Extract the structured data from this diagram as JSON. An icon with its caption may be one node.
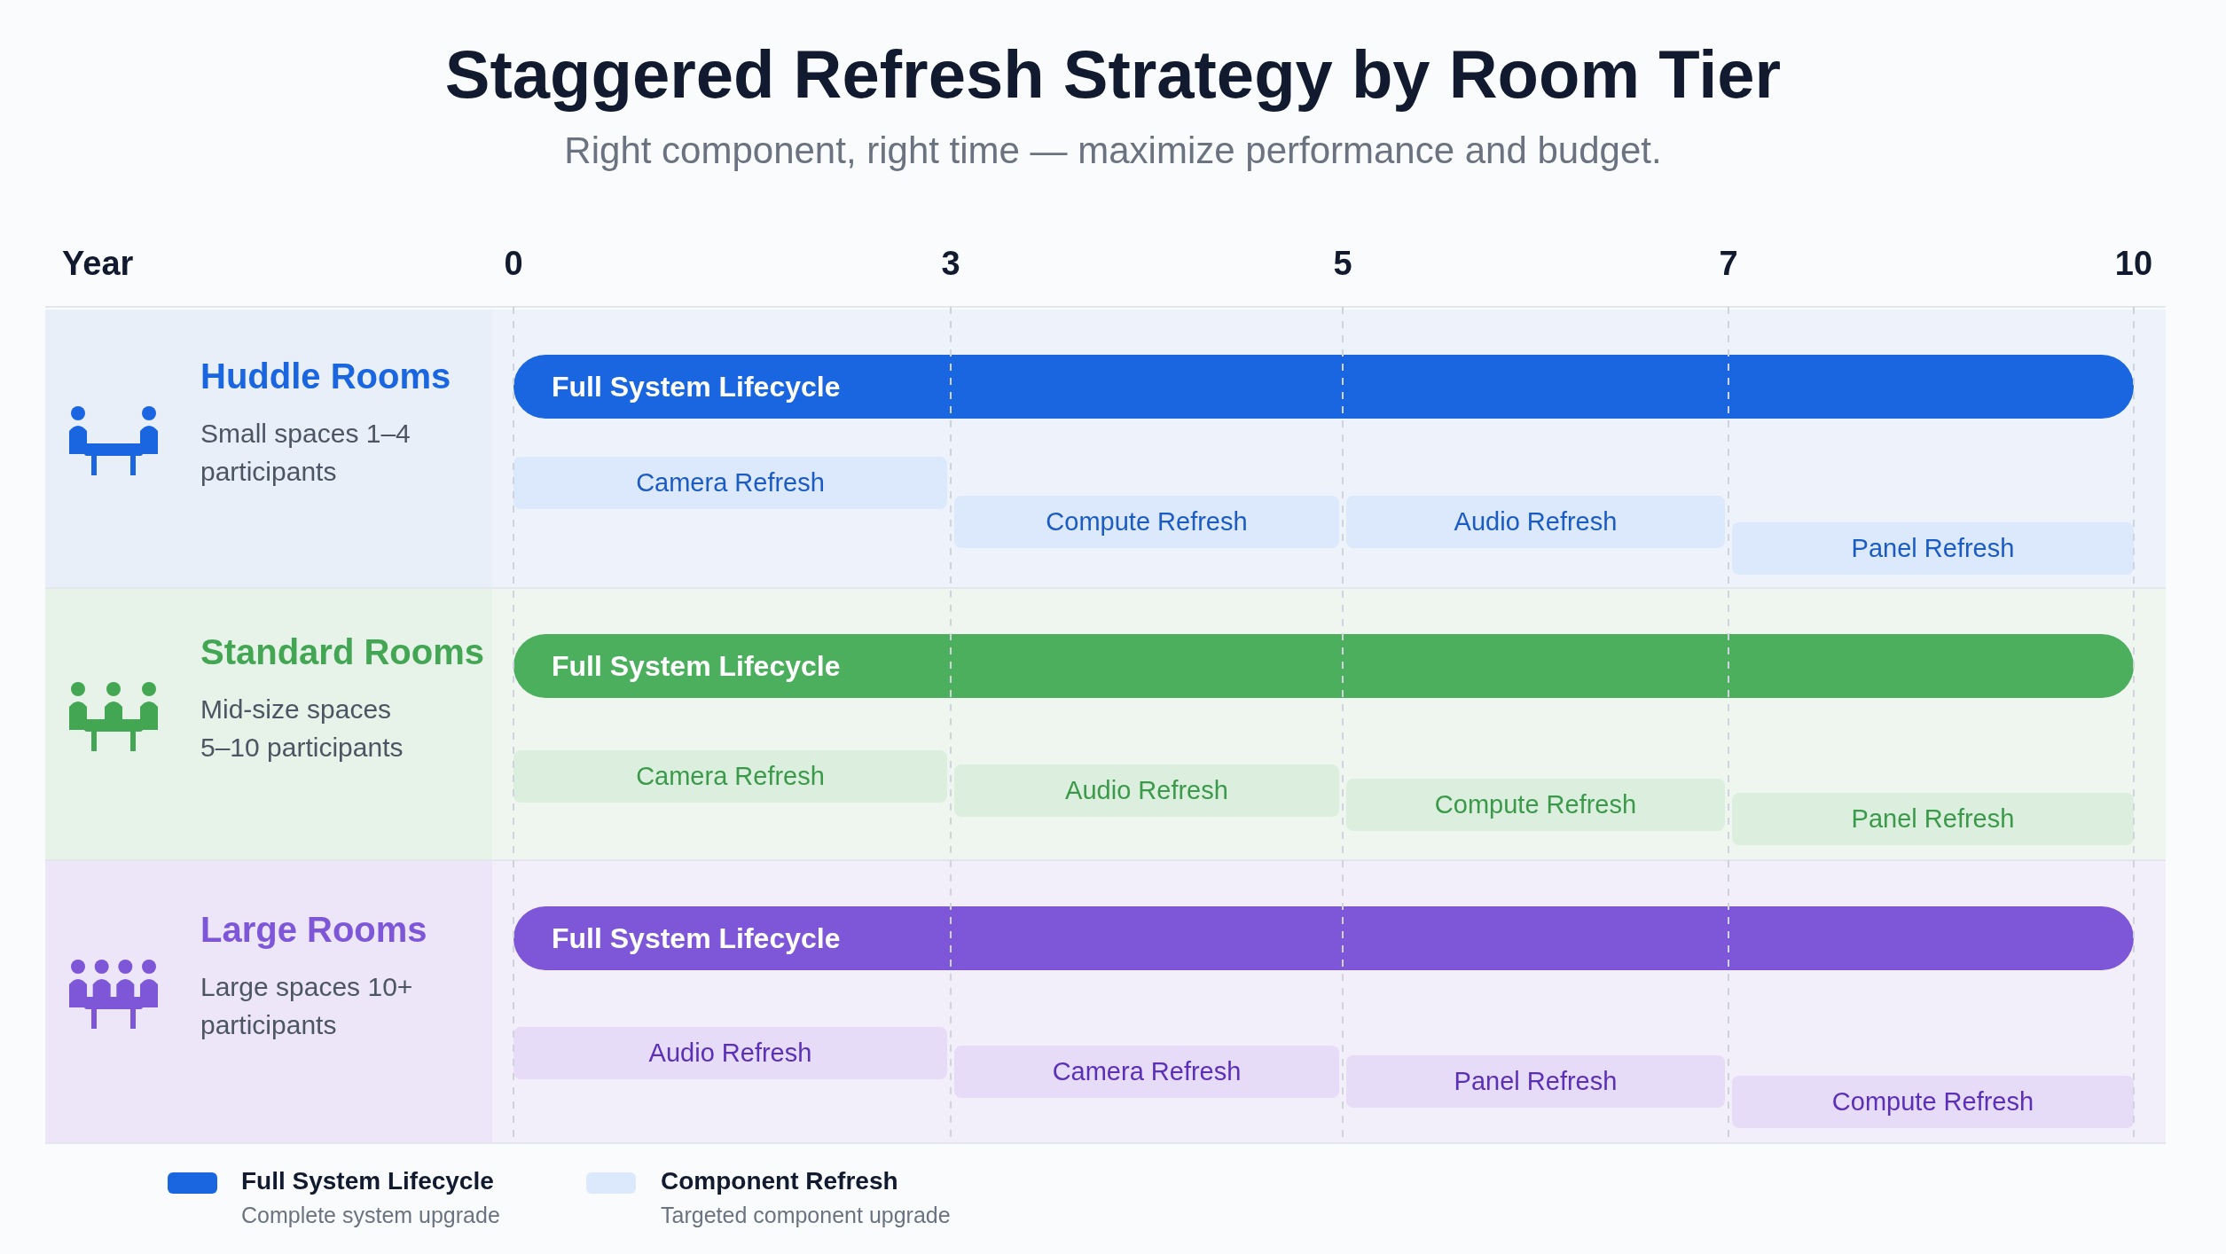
{
  "diagram": {
    "title": "Staggered Refresh Strategy by Room Tier",
    "caption": "Right component, right time — maximize performance and budget.",
    "nodes": [
      {
        "text": [
          "Huddle Rooms",
          "Small spaces 1–4 participants"
        ]
      },
      {
        "text": [
          "Full System Lifecycle"
        ],
        "in": 0
      },
      {
        "text": [
          "Camera Refresh"
        ],
        "in": 0
      },
      {
        "text": [
          "Compute Refresh"
        ],
        "in": 0
      },
      {
        "text": [
          "Audio Refresh"
        ],
        "in": 0
      },
      {
        "text": [
          "Panel Refresh"
        ],
        "in": 0
      },
      {
        "text": [
          "Standard Rooms",
          "Mid-size spaces 5–10 participants"
        ]
      },
      {
        "text": [
          "Full System Lifecycle"
        ],
        "in": 6
      },
      {
        "text": [
          "Camera Refresh"
        ],
        "in": 6
      },
      {
        "text": [
          "Audio Refresh"
        ],
        "in": 6
      },
      {
        "text": [
          "Compute Refresh"
        ],
        "in": 6
      },
      {
        "text": [
          "Panel Refresh"
        ],
        "in": 6
      },
      {
        "text": [
          "Large Rooms",
          "Large spaces 10+ participants"
        ]
      },
      {
        "text": [
          "Full System Lifecycle"
        ],
        "in": 12
      },
      {
        "text": [
          "Audio Refresh"
        ],
        "in": 12
      },
      {
        "text": [
          "Camera Refresh"
        ],
        "in": 12
      },
      {
        "text": [
          "Panel Refresh"
        ],
        "in": 12
      },
      {
        "text": [
          "Compute Refresh"
        ],
        "in": 12
      }
    ],
    "edges": [],
    "labels": [
      "Year",
      "0",
      "3",
      "5",
      "7",
      "10",
      "Complete system upgrade",
      "Targeted component upgrade"
    ],
    "legend": [
      {
        "text": "Full System Lifecycle",
        "color": "#1a66e0"
      },
      {
        "text": "Component Refresh",
        "color": "#dce8fb"
      }
    ]
  }
}
